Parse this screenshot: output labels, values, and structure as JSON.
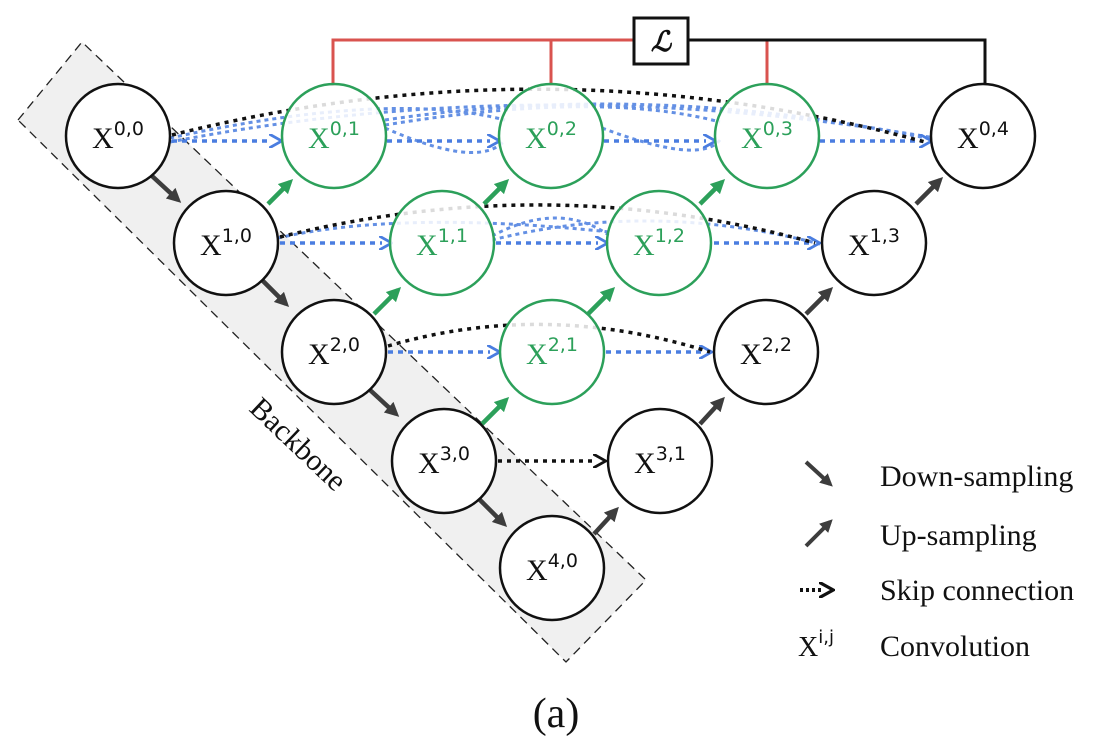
{
  "loss_label": "ℒ",
  "backbone_label": "Backbone",
  "caption": "(a)",
  "colors": {
    "node_outline": "#111111",
    "node_fill": "#ffffff",
    "nested_node": "#2ca05a",
    "skip_dense": "#4a7de0",
    "loss_line": "#d9534f",
    "arrow": "#3d3d3d",
    "backbone_fill": "#f0f0f0"
  },
  "nodes": [
    {
      "id": "x00",
      "base": "X",
      "sup": "0,0",
      "nested": false
    },
    {
      "id": "x10",
      "base": "X",
      "sup": "1,0",
      "nested": false
    },
    {
      "id": "x20",
      "base": "X",
      "sup": "2,0",
      "nested": false
    },
    {
      "id": "x30",
      "base": "X",
      "sup": "3,0",
      "nested": false
    },
    {
      "id": "x40",
      "base": "X",
      "sup": "4,0",
      "nested": false
    },
    {
      "id": "x01",
      "base": "X",
      "sup": "0,1",
      "nested": true
    },
    {
      "id": "x11",
      "base": "X",
      "sup": "1,1",
      "nested": true
    },
    {
      "id": "x21",
      "base": "X",
      "sup": "2,1",
      "nested": true
    },
    {
      "id": "x31",
      "base": "X",
      "sup": "3,1",
      "nested": false
    },
    {
      "id": "x02",
      "base": "X",
      "sup": "0,2",
      "nested": true
    },
    {
      "id": "x12",
      "base": "X",
      "sup": "1,2",
      "nested": true
    },
    {
      "id": "x22",
      "base": "X",
      "sup": "2,2",
      "nested": false
    },
    {
      "id": "x03",
      "base": "X",
      "sup": "0,3",
      "nested": true
    },
    {
      "id": "x13",
      "base": "X",
      "sup": "1,3",
      "nested": false
    },
    {
      "id": "x04",
      "base": "X",
      "sup": "0,4",
      "nested": false
    }
  ],
  "legend": [
    {
      "kind": "down",
      "label": "Down-sampling"
    },
    {
      "kind": "up",
      "label": "Up-sampling"
    },
    {
      "kind": "skip",
      "label": "Skip connection"
    },
    {
      "kind": "conv",
      "symbol_base": "X",
      "symbol_sup": "i,j",
      "label": "Convolution"
    }
  ]
}
